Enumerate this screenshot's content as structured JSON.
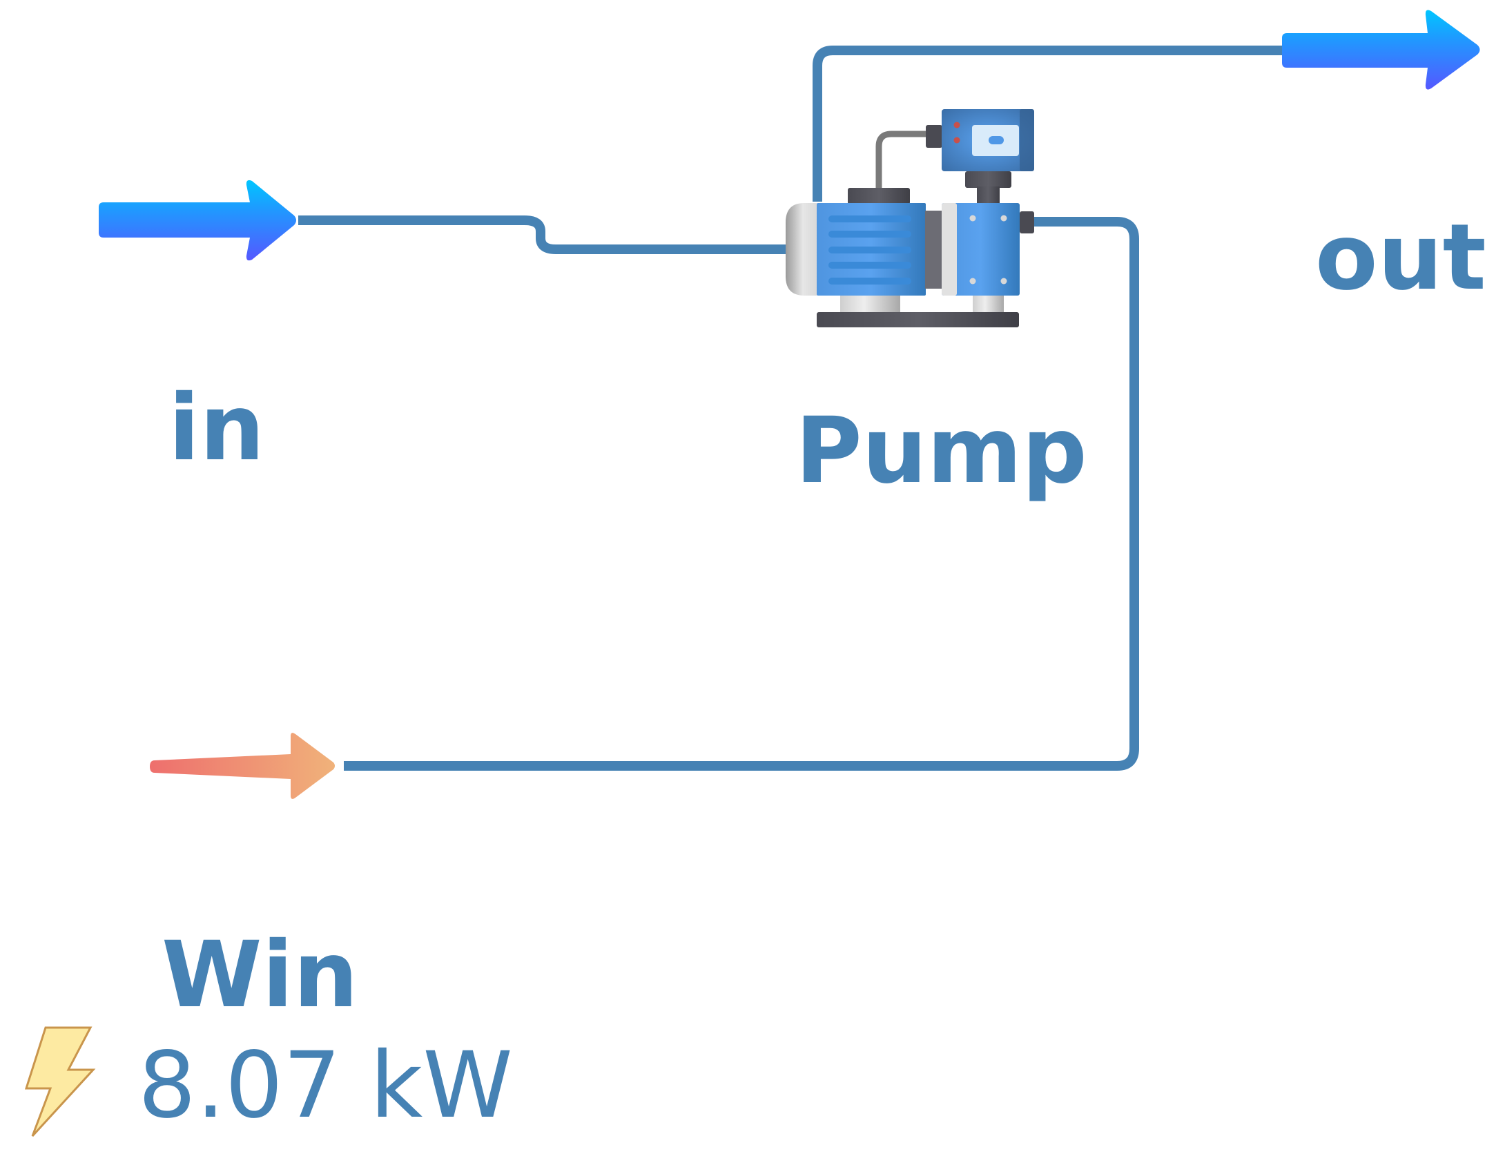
{
  "diagram": {
    "type": "process-flow",
    "pipe_color": "#4682b4",
    "components": {
      "pump": {
        "label": "Pump",
        "icon": "centrifugal-pump-icon"
      }
    },
    "ports": {
      "inlet": {
        "label": "in",
        "icon": "flow-arrow-icon",
        "gradient": [
          "#00c6ff",
          "#5558ff"
        ]
      },
      "outlet": {
        "label": "out",
        "icon": "flow-arrow-icon",
        "gradient": [
          "#00c6ff",
          "#5558ff"
        ]
      },
      "power": {
        "label": "Win",
        "value": "8.07 kW",
        "icon": "lightning-bolt-icon",
        "arrow_icon": "energy-arrow-icon",
        "gradient": [
          "#ee6f6d",
          "#f0b27a"
        ]
      }
    },
    "connections": [
      {
        "from": "in",
        "to": "Pump"
      },
      {
        "from": "Pump",
        "to": "out"
      },
      {
        "from": "Win",
        "to": "Pump"
      }
    ]
  }
}
